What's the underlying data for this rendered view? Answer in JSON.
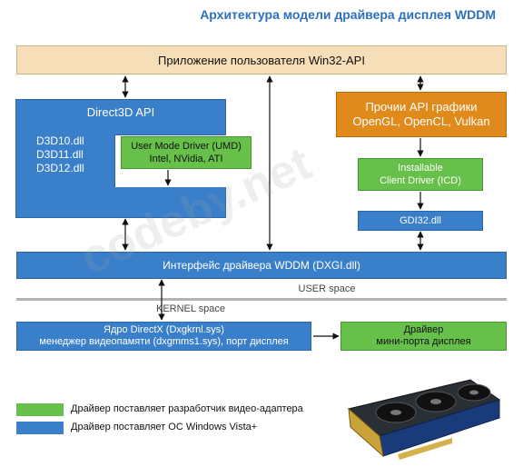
{
  "title": "Архитектура модели драйвера дисплея WDDM",
  "app_box": "Приложение пользователя Win32-API",
  "direct3d": {
    "title": "Direct3D API",
    "dlls": [
      "D3D10.dll",
      "D3D11.dll",
      "D3D12.dll"
    ]
  },
  "umd": {
    "line1": "User Mode Driver (UMD)",
    "line2": "Intel, NVidia, ATI"
  },
  "other_api": {
    "line1": "Прочии API графики",
    "line2": "OpenGL, OpenCL, Vulkan"
  },
  "icd": {
    "line1": "Installable",
    "line2": "Client Driver (ICD)"
  },
  "gdi": "GDI32.dll",
  "dxgi": "Интерфейс драйвера WDDM  (DXGI.dll)",
  "user_space": "USER space",
  "kernel_space": "KERNEL space",
  "kernel_box": {
    "line1": "Ядро DirectX (Dxgkrnl.sys)",
    "line2": "менеджер видеопамяти (dxgmms1.sys), порт дисплея"
  },
  "miniport": {
    "line1": "Драйвер",
    "line2": "мини-порта дисплея"
  },
  "legend": [
    {
      "color": "#66c04a",
      "text": "Драйвер поставляет разработчик видео-адаптера"
    },
    {
      "color": "#3a7fc9",
      "text": "Драйвер поставляет ОС Windows Vista+"
    }
  ],
  "watermark": "codeby.net"
}
